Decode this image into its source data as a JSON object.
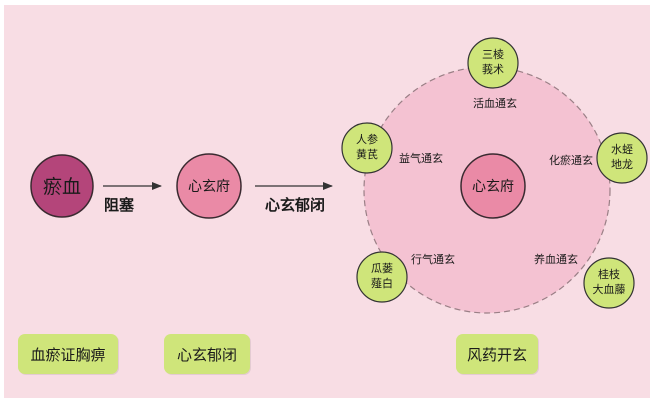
{
  "nodes": {
    "blood_stasis": "瘀血",
    "heart_xuanfu_left": "心玄府",
    "heart_xuanfu_center": "心玄府"
  },
  "arrows": {
    "obstruct": "阻塞",
    "stagnation": "心玄郁闭"
  },
  "herbs": [
    {
      "line1": "三棱",
      "line2": "莪术",
      "method": "活血通玄"
    },
    {
      "line1": "水蛭",
      "line2": "地龙",
      "method": "化瘀通玄"
    },
    {
      "line1": "桂枝",
      "line2": "大血藤",
      "method": "养血通玄"
    },
    {
      "line1": "瓜蒌",
      "line2": "薤白",
      "method": "行气通玄"
    },
    {
      "line1": "人参",
      "line2": "黄芪",
      "method": "益气通玄"
    }
  ],
  "bottom_labels": {
    "syndrome": "血瘀证胸痹",
    "pathogenesis": "心玄郁闭",
    "treatment": "风药开玄"
  },
  "colors": {
    "background": "#f8dde4",
    "big_circle": "#f4c2d2",
    "blood_stasis": "#b4457a",
    "heart_node": "#ea8aa6",
    "herb_circle": "#cfe57a",
    "label_box": "#cfe57a"
  }
}
